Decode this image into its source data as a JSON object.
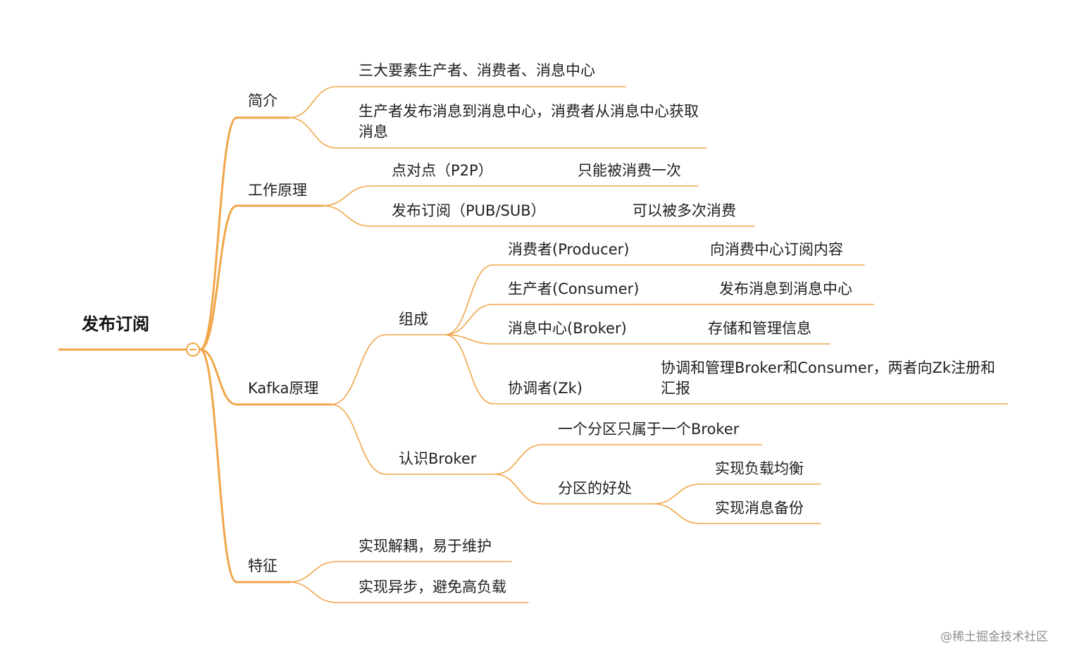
{
  "colors": {
    "branch": "#f0a64a",
    "text": "#1f1f1f",
    "watermark": "#8f8f8f"
  },
  "root": "发布订阅",
  "intro": {
    "label": "简介",
    "items": [
      "三大要素生产者、消费者、消息中心",
      "生产者发布消息到消息中心，消费者从消息中心获取消息"
    ]
  },
  "principle": {
    "label": "工作原理",
    "items": [
      {
        "label": "点对点（P2P）",
        "note": "只能被消费一次"
      },
      {
        "label": "发布订阅（PUB/SUB）",
        "note": "可以被多次消费"
      }
    ]
  },
  "kafka": {
    "label": "Kafka原理",
    "composition": {
      "label": "组成",
      "items": [
        {
          "label": "消费者(Producer)",
          "note": "向消费中心订阅内容"
        },
        {
          "label": "生产者(Consumer)",
          "note": "发布消息到消息中心"
        },
        {
          "label": "消息中心(Broker)",
          "note": "存储和管理信息"
        },
        {
          "label": "协调者(Zk)",
          "note": "协调和管理Broker和Consumer，两者向Zk注册和汇报"
        }
      ]
    },
    "broker": {
      "label": "认识Broker",
      "items": [
        "一个分区只属于一个Broker"
      ],
      "benefits": {
        "label": "分区的好处",
        "items": [
          "实现负载均衡",
          "实现消息备份"
        ]
      }
    }
  },
  "features": {
    "label": "特征",
    "items": [
      "实现解耦，易于维护",
      "实现异步，避免高负载"
    ]
  },
  "watermark": "@稀土掘金技术社区"
}
